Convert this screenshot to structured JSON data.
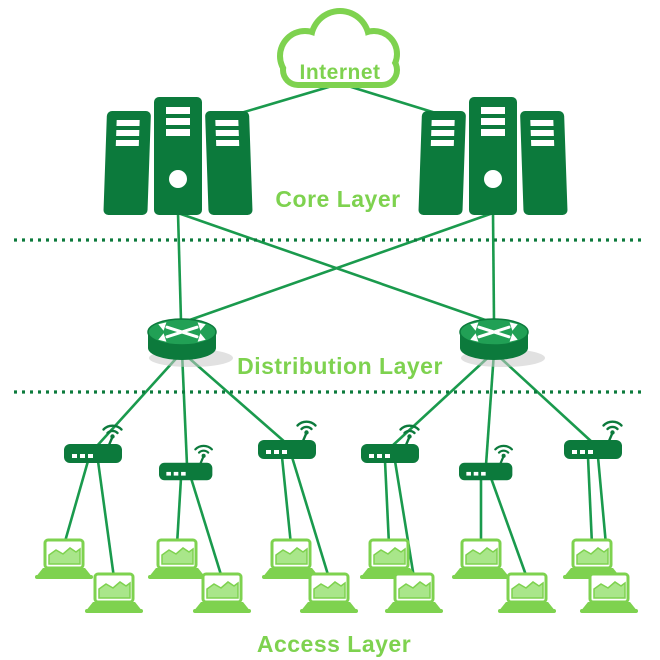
{
  "diagram": {
    "type": "network-topology",
    "labels": {
      "internet": "Internet",
      "core_layer": "Core Layer",
      "distribution_layer": "Distribution Layer",
      "access_layer": "Access Layer"
    },
    "colors": {
      "device_dark_green": "#0c7a3c",
      "label_light_green": "#7ed24f",
      "link_green": "#1a9a4d",
      "router_top_green": "#21a055",
      "laptop_screen_green": "#a9e68a"
    },
    "devices": {
      "internet_clouds": 1,
      "core_server_stacks": 2,
      "distribution_routers": 2,
      "access_points": 6,
      "laptops": 12
    },
    "icon_names": [
      "internet-cloud-icon",
      "server-stack-icon",
      "router-icon",
      "wireless-access-point-icon",
      "laptop-icon"
    ]
  }
}
